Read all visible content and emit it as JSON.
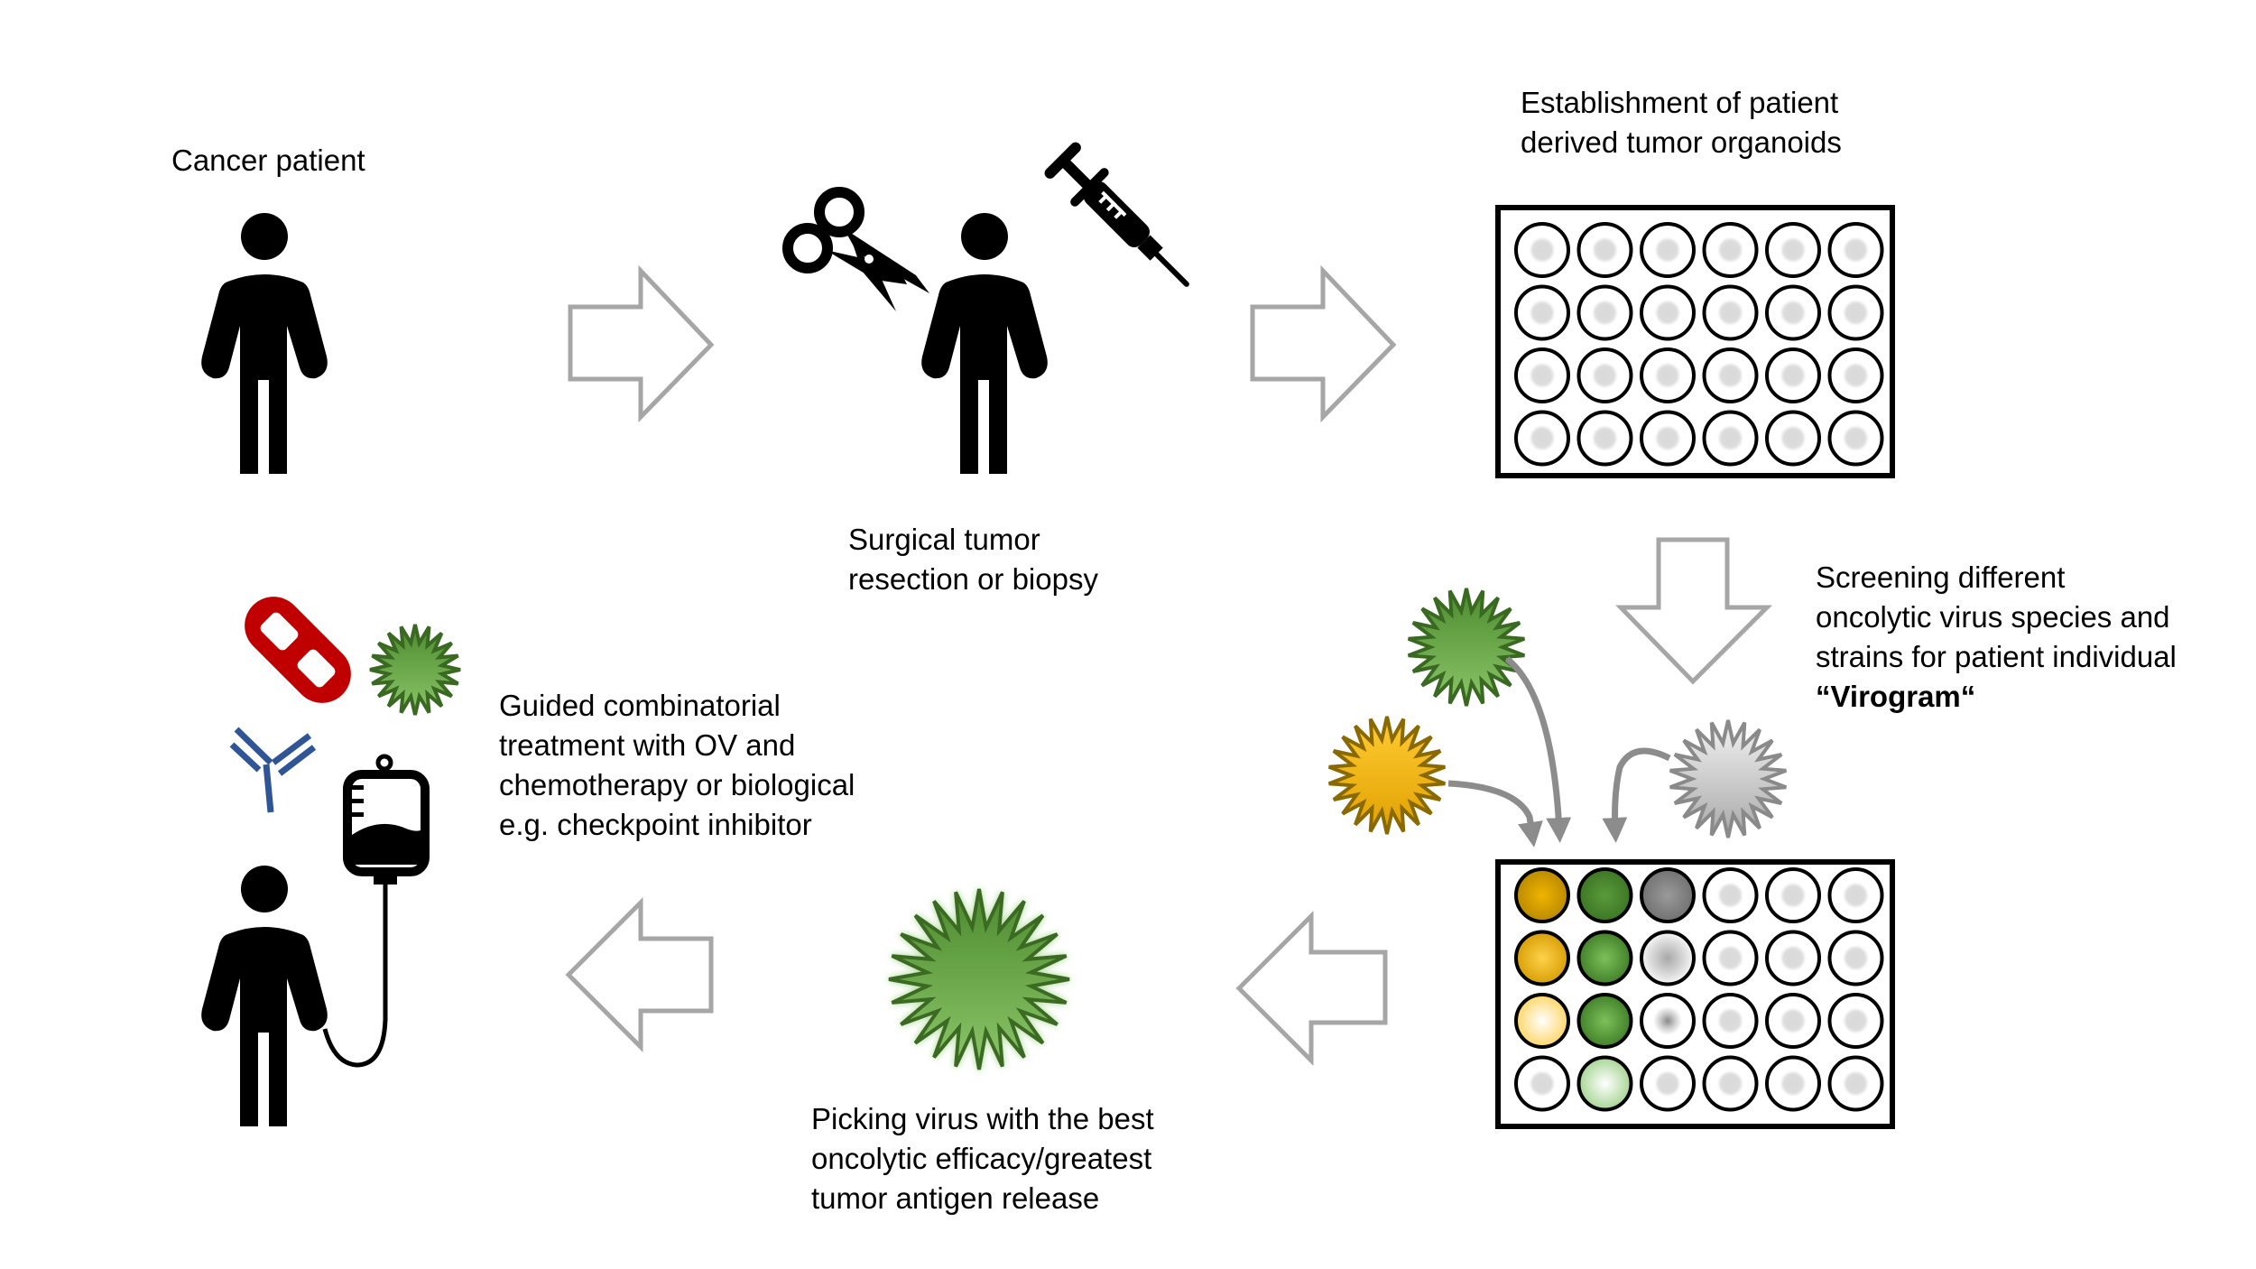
{
  "steps": {
    "patient": {
      "label": "Cancer patient"
    },
    "surgery": {
      "lines": [
        "Surgical tumor",
        "resection or biopsy"
      ]
    },
    "organoids": {
      "lines": [
        "Establishment of patient",
        "derived tumor organoids"
      ]
    },
    "screening": {
      "lines": [
        "Screening different",
        "oncolytic virus species and",
        "strains for patient individual"
      ],
      "emphasis": "“Virogram“"
    },
    "picking": {
      "lines": [
        "Picking virus with the best",
        "oncolytic efficacy/greatest",
        "tumor antigen release"
      ]
    },
    "treatment": {
      "lines": [
        "Guided combinatorial",
        "treatment with OV and",
        "chemotherapy or biological",
        "e.g. checkpoint inhibitor"
      ]
    }
  },
  "colors": {
    "arrow_outline": "#a6a6a6",
    "virus_green": "#5a9a3c",
    "virus_green_dark": "#3a6a22",
    "virus_yellow": "#f2b600",
    "virus_yellow_dark": "#8a6a00",
    "virus_gray": "#c8c8c8",
    "virus_gray_dark": "#8a8a8a",
    "pill_red": "#c00000",
    "antibody_blue": "#2f5597",
    "well_center": "#d9d9d9"
  },
  "plates": {
    "organoid_plate": {
      "rows": 4,
      "cols": 6
    },
    "virogram_plate": {
      "rows": 4,
      "cols": 6,
      "wells": [
        [
          "yellow-full",
          "green-full",
          "gray-full",
          "empty",
          "empty",
          "empty"
        ],
        [
          "yellow-bright",
          "green-medium",
          "gray-light",
          "empty",
          "empty",
          "empty"
        ],
        [
          "yellow-pale",
          "green-medium",
          "gray-dot",
          "empty",
          "empty",
          "empty"
        ],
        [
          "empty",
          "green-pale",
          "empty",
          "empty",
          "empty",
          "empty"
        ]
      ]
    }
  }
}
